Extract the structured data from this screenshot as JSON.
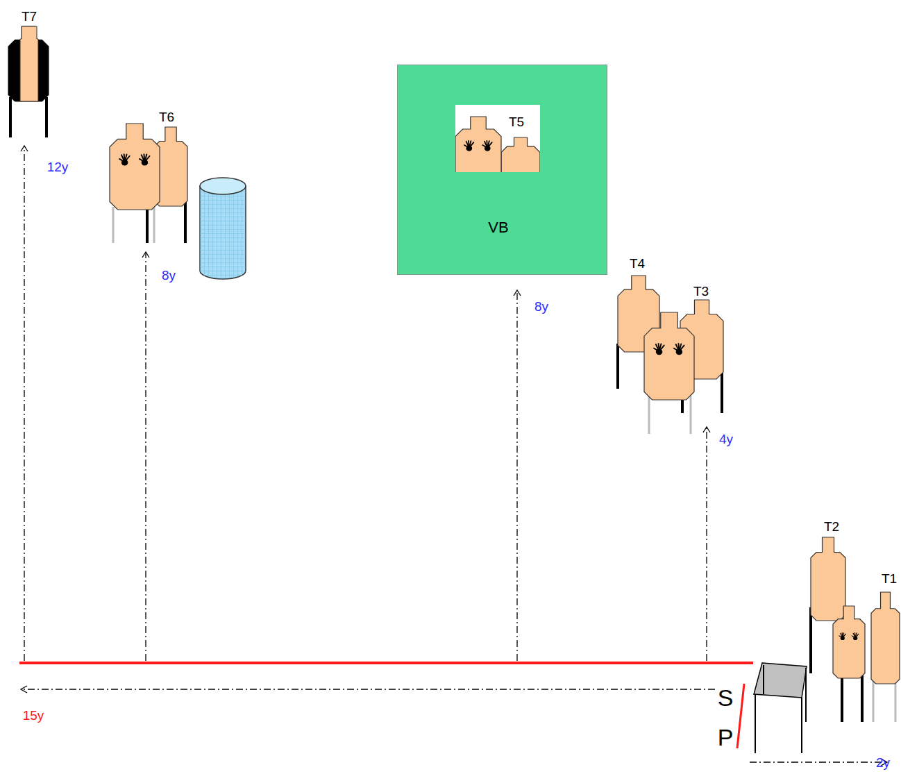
{
  "diagram": {
    "nodes": [
      {
        "text": [
          "VB"
        ]
      }
    ],
    "labels": [
      "T7",
      "T6",
      "T5",
      "12y",
      "8y",
      "8y",
      "4y",
      "T4",
      "T3",
      "T2",
      "T1",
      "S",
      "P",
      "15y",
      "2y"
    ]
  }
}
